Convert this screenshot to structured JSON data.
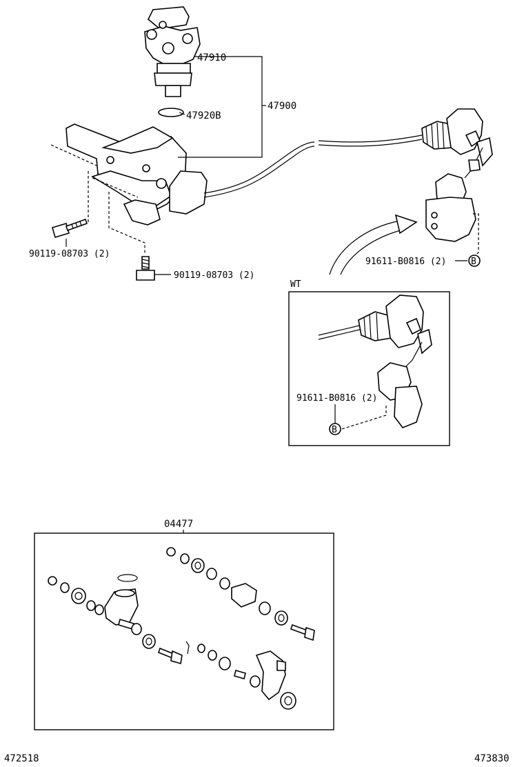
{
  "callouts": {
    "valve": "47910",
    "assembly": "47900",
    "oring": "47920B",
    "bolt_upper": "90119-08703 (2)",
    "bolt_lower": "90119-08703 (2)",
    "bolt_main": "91611-B0816 (2)",
    "bolt_main_ref": "B",
    "bolt_wt": "91611-B0816 (2)",
    "bolt_wt_ref": "B"
  },
  "inset": {
    "title": "WT"
  },
  "kit": {
    "number": "04477"
  },
  "footer": {
    "left_code": "472518",
    "right_code": "473830"
  }
}
